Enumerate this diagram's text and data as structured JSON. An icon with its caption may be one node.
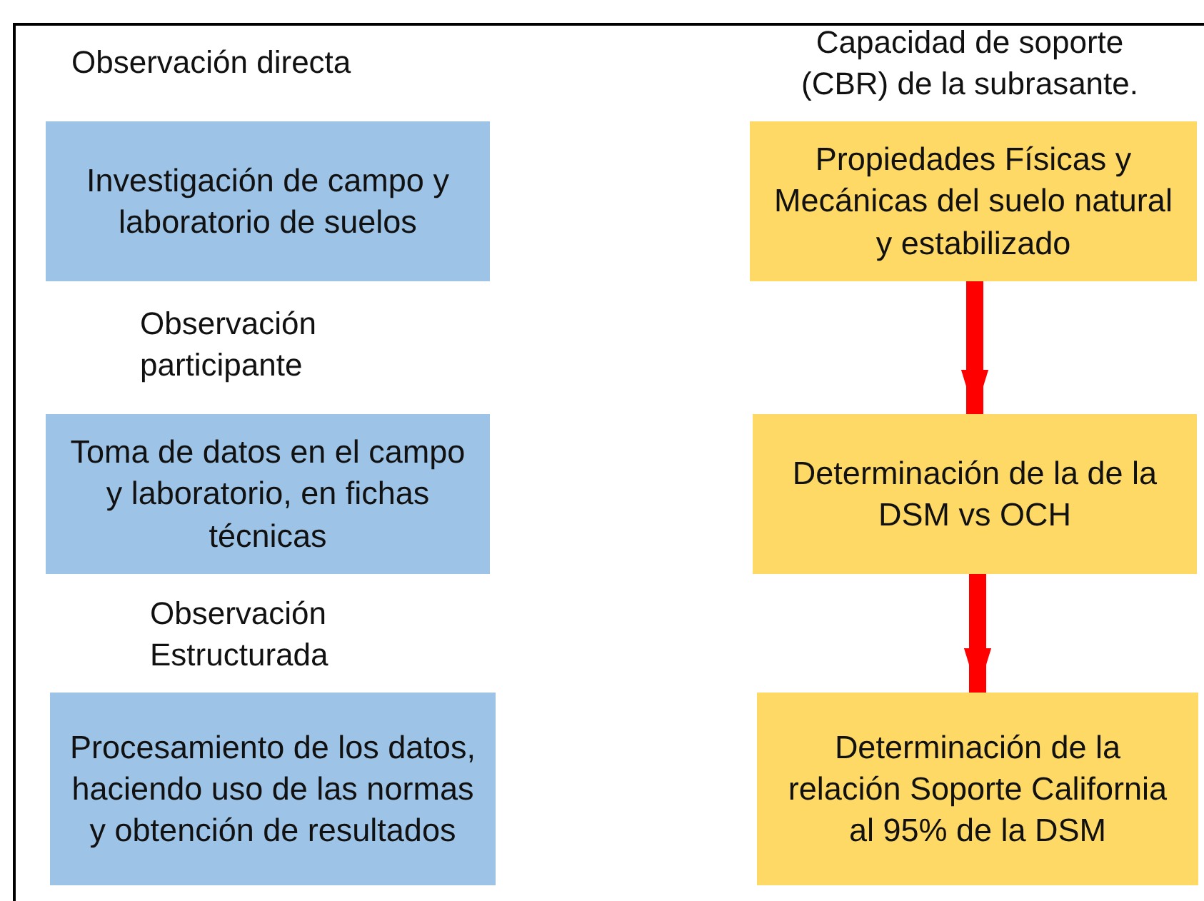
{
  "diagram": {
    "nodes": [
      {
        "text": [
          "Investigación de campo y laboratorio de suelos"
        ]
      },
      {
        "text": [
          "Toma de datos en el campo y laboratorio, en fichas técnicas"
        ]
      },
      {
        "text": [
          "Procesamiento de los datos, haciendo uso de las normas y obtención de resultados"
        ]
      },
      {
        "text": [
          "Propiedades Físicas y Mecánicas del suelo natural y estabilizado"
        ]
      },
      {
        "text": [
          "Determinación de la de la DSM vs OCH"
        ]
      },
      {
        "text": [
          "Determinación de la relación Soporte California al 95% de la DSM"
        ]
      }
    ],
    "edges": [
      {
        "from": 3,
        "to": 4,
        "arrow": "to"
      },
      {
        "from": 4,
        "to": 5,
        "arrow": "to"
      }
    ],
    "labels": [
      "Observación directa",
      "Capacidad de soporte (CBR) de la subrasante.",
      "Observación participante",
      "Observación Estructurada"
    ]
  }
}
